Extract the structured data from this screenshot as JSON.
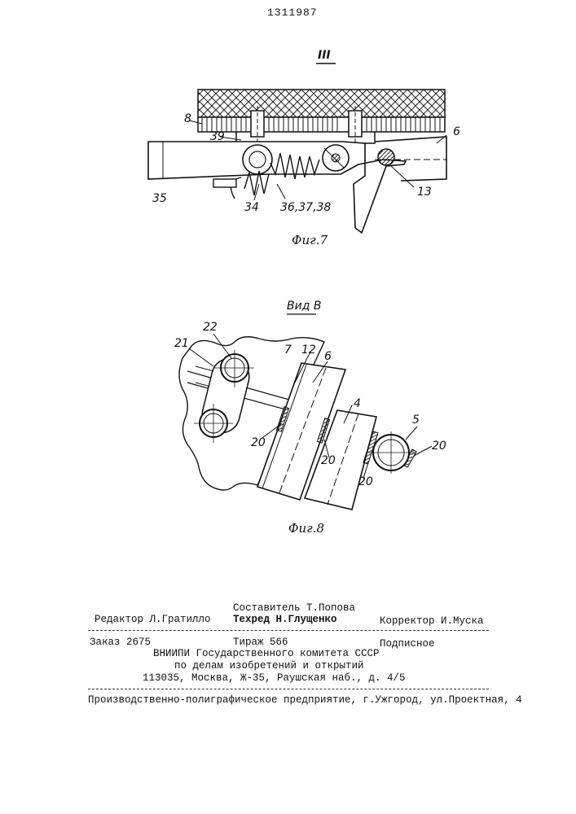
{
  "patent_number": "1311987",
  "fig7": {
    "section_mark": "III",
    "caption": "Фиг.7",
    "labels": [
      "8",
      "39",
      "6",
      "35",
      "13",
      "34",
      "36,37,38"
    ]
  },
  "fig8": {
    "view_mark": "Вид В",
    "caption": "Фиг.8",
    "labels": [
      "22",
      "21",
      "7",
      "12",
      "6",
      "4",
      "5",
      "20",
      "20",
      "20",
      "20"
    ]
  },
  "imprint": {
    "editor": "Редактор Л.Гратилло",
    "compiler": "Составитель Т.Попова",
    "techred": "Техред Н.Глущенко",
    "corrector": "Корректор И.Муска",
    "order": "Заказ 2675",
    "circulation": "Тираж 566",
    "subscription": "Подписное",
    "org_line1": "ВНИИПИ Государственного комитета СССР",
    "org_line2": "по делам изобретений и открытий",
    "org_line3": "113035, Москва, Ж-35, Раушская наб., д. 4/5",
    "printer": "Производственно-полиграфическое предприятие, г.Ужгород, ул.Проектная, 4"
  }
}
